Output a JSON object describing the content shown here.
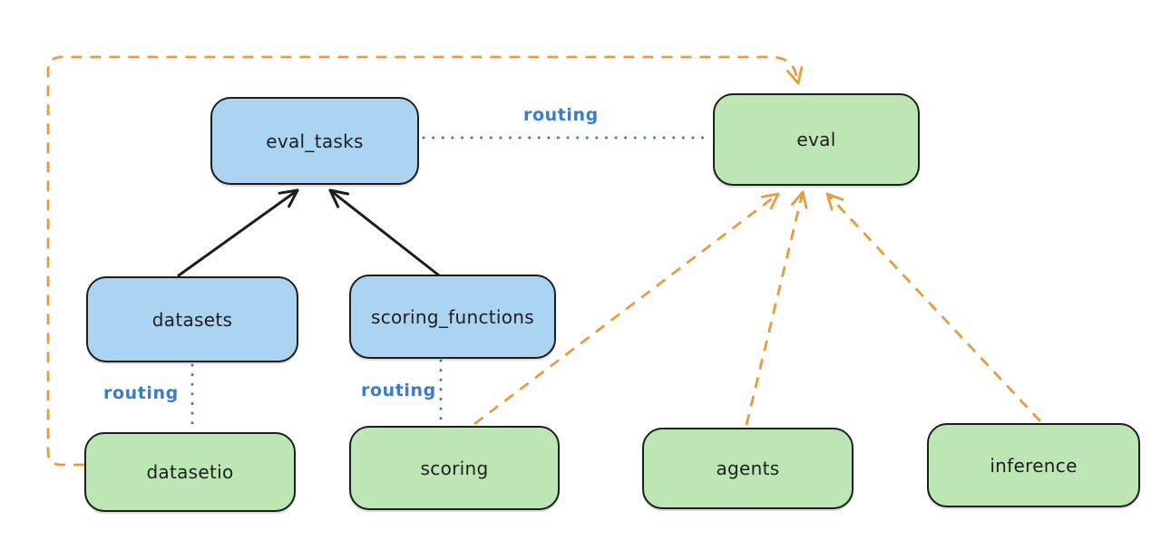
{
  "diagram": {
    "colors": {
      "background": "#ffffff",
      "node_border": "#1e1e1e",
      "blue_node_fill": "#abd4f3",
      "green_node_fill": "#bce7b5",
      "routing_blue": "#3a7cc9",
      "dashed_orange": "#ea9a3e",
      "solid_black": "#1e1e1e"
    },
    "nodes": {
      "eval_tasks": {
        "label": "eval_tasks",
        "color": "blue"
      },
      "eval": {
        "label": "eval",
        "color": "green"
      },
      "datasets": {
        "label": "datasets",
        "color": "blue"
      },
      "scoring_functions": {
        "label": "scoring_functions",
        "color": "blue"
      },
      "datasetio": {
        "label": "datasetio",
        "color": "green"
      },
      "scoring": {
        "label": "scoring",
        "color": "green"
      },
      "agents": {
        "label": "agents",
        "color": "green"
      },
      "inference": {
        "label": "inference",
        "color": "green"
      }
    },
    "labels": {
      "routing_eval_tasks_to_eval": "routing",
      "routing_datasets_to_datasetio": "routing",
      "routing_scoring_functions_to_scoring": "routing"
    },
    "edges": [
      {
        "from": "datasets",
        "to": "eval_tasks",
        "style": "solid-black-arrow"
      },
      {
        "from": "scoring_functions",
        "to": "eval_tasks",
        "style": "solid-black-arrow"
      },
      {
        "from": "eval_tasks",
        "to": "eval",
        "style": "dotted-blue",
        "label": "routing"
      },
      {
        "from": "datasets",
        "to": "datasetio",
        "style": "dotted-blue",
        "label": "routing"
      },
      {
        "from": "scoring_functions",
        "to": "scoring",
        "style": "dotted-blue",
        "label": "routing"
      },
      {
        "from": "datasetio",
        "to": "eval",
        "style": "dashed-orange-arrow"
      },
      {
        "from": "scoring",
        "to": "eval",
        "style": "dashed-orange-arrow"
      },
      {
        "from": "agents",
        "to": "eval",
        "style": "dashed-orange-arrow"
      },
      {
        "from": "inference",
        "to": "eval",
        "style": "dashed-orange-arrow"
      }
    ]
  }
}
